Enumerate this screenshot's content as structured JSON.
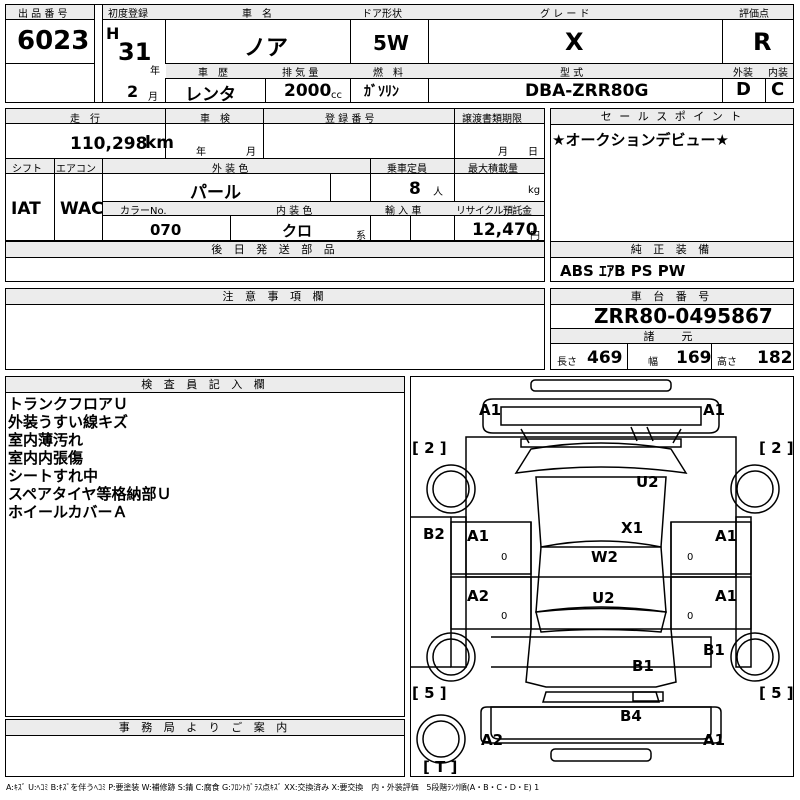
{
  "top": {
    "lot_label": "出 品 番 号",
    "lot": "6023",
    "first_reg_label": "初度登録",
    "era": "H",
    "year": "31",
    "year_unit": "年",
    "month": "2",
    "month_unit": "月",
    "name_label": "車　名",
    "name": "ノア",
    "history_label": "車　歴",
    "history": "レンタ",
    "displacement_label": "排 気 量",
    "displacement": "2000",
    "cc": "cc",
    "doors_label": "ドア形状",
    "doors": "5W",
    "fuel_label": "燃　料",
    "fuel": "ｶﾞｿﾘﾝ",
    "grade_label": "グ レ ー ド",
    "grade": "X",
    "model_label": "型 式",
    "model": "DBA-ZRR80G",
    "score_label": "評価点",
    "score": "R",
    "ext_label": "外装",
    "ext": "D",
    "int_label": "内装",
    "int": "C"
  },
  "spec": {
    "mileage_label": "走　行",
    "mileage": "110,298",
    "km": "km",
    "inspection_label": "車　検",
    "insp_year": "年",
    "insp_month": "月",
    "reg_label": "登 録 番 号",
    "deadline_label": "譲渡書類期限",
    "dl_month": "月",
    "dl_day": "日",
    "shift_label": "シフト",
    "shift": "IAT",
    "ac_label": "エアコン",
    "ac": "WAC",
    "color_label": "外 装 色",
    "color": "パール",
    "capacity_label": "乗車定員",
    "capacity": "8",
    "person": "人",
    "load_label": "最大積載量",
    "kg": "kg",
    "color_no_label": "カラーNo.",
    "color_no": "070",
    "interior_label": "内 装 色",
    "interior": "クロ",
    "kei": "系",
    "import_label": "輸 入 車",
    "recycle_label": "リサイクル預託金",
    "recycle": "12,470",
    "yen": "円"
  },
  "later": {
    "label": "後 日 発 送 部 品"
  },
  "sales": {
    "label": "セ ー ル ス ポ イ ン ト",
    "text": "★オークションデビュー★"
  },
  "equip": {
    "label": "純 正 装 備",
    "text": "ABS ｴｱB PS PW"
  },
  "caution": {
    "label": "注 意 事 項 欄"
  },
  "chassis": {
    "label": "車 台 番 号",
    "number": "ZRR80-0495867"
  },
  "dims": {
    "label": "諸　元",
    "len_label": "長さ",
    "len": "469",
    "wid_label": "幅",
    "wid": "169",
    "hei_label": "高さ",
    "hei": "182"
  },
  "inspector": {
    "label": "検 査 員 記 入 欄",
    "notes": [
      "トランクフロアＵ",
      "外装うすい線キズ",
      "室内薄汚れ",
      "室内内張傷",
      "シートすれ中",
      "スペアタイヤ等格納部Ｕ",
      "ホイールカバーＡ"
    ]
  },
  "office": {
    "label": "事 務 局 よ り ご 案 内"
  },
  "legend": "A:ｷｽﾞ U:ﾍｺﾐ B:ｷｽﾞを伴うﾍｺﾐ P:要塗装 W:補修跡 S:錆 C:腐食 G:ﾌﾛﾝﾄｶﾞﾗｽ点ｷｽﾞ XX:交換済み X:要交換　内・外装評価　5段階ﾗﾝｸ順(A・B・C・D・E) 1",
  "diagram": {
    "fl_tl": "A1",
    "fl_tr": "A1",
    "tire_fl": "[ 2 ]",
    "tire_fr": "[ 2 ]",
    "roof_u2": "U2",
    "roof_x1": "X1",
    "b2": "B2",
    "door_lf": "A1",
    "door_lf_sub": "0",
    "door_rf": "A1",
    "door_rf_sub": "0",
    "center_w2": "W2",
    "center_u2": "U2",
    "door_lr": "A2",
    "door_lr_sub": "0",
    "door_rr": "A1",
    "door_rr_sub": "0",
    "rear_b1": "B1",
    "side_b1": "B1",
    "tire_rl": "[ 5 ]",
    "tire_rr": "[ 5 ]",
    "rear_b4": "B4",
    "rear_a2": "A2",
    "rear_a1": "A1",
    "spare": "[ T ]"
  }
}
